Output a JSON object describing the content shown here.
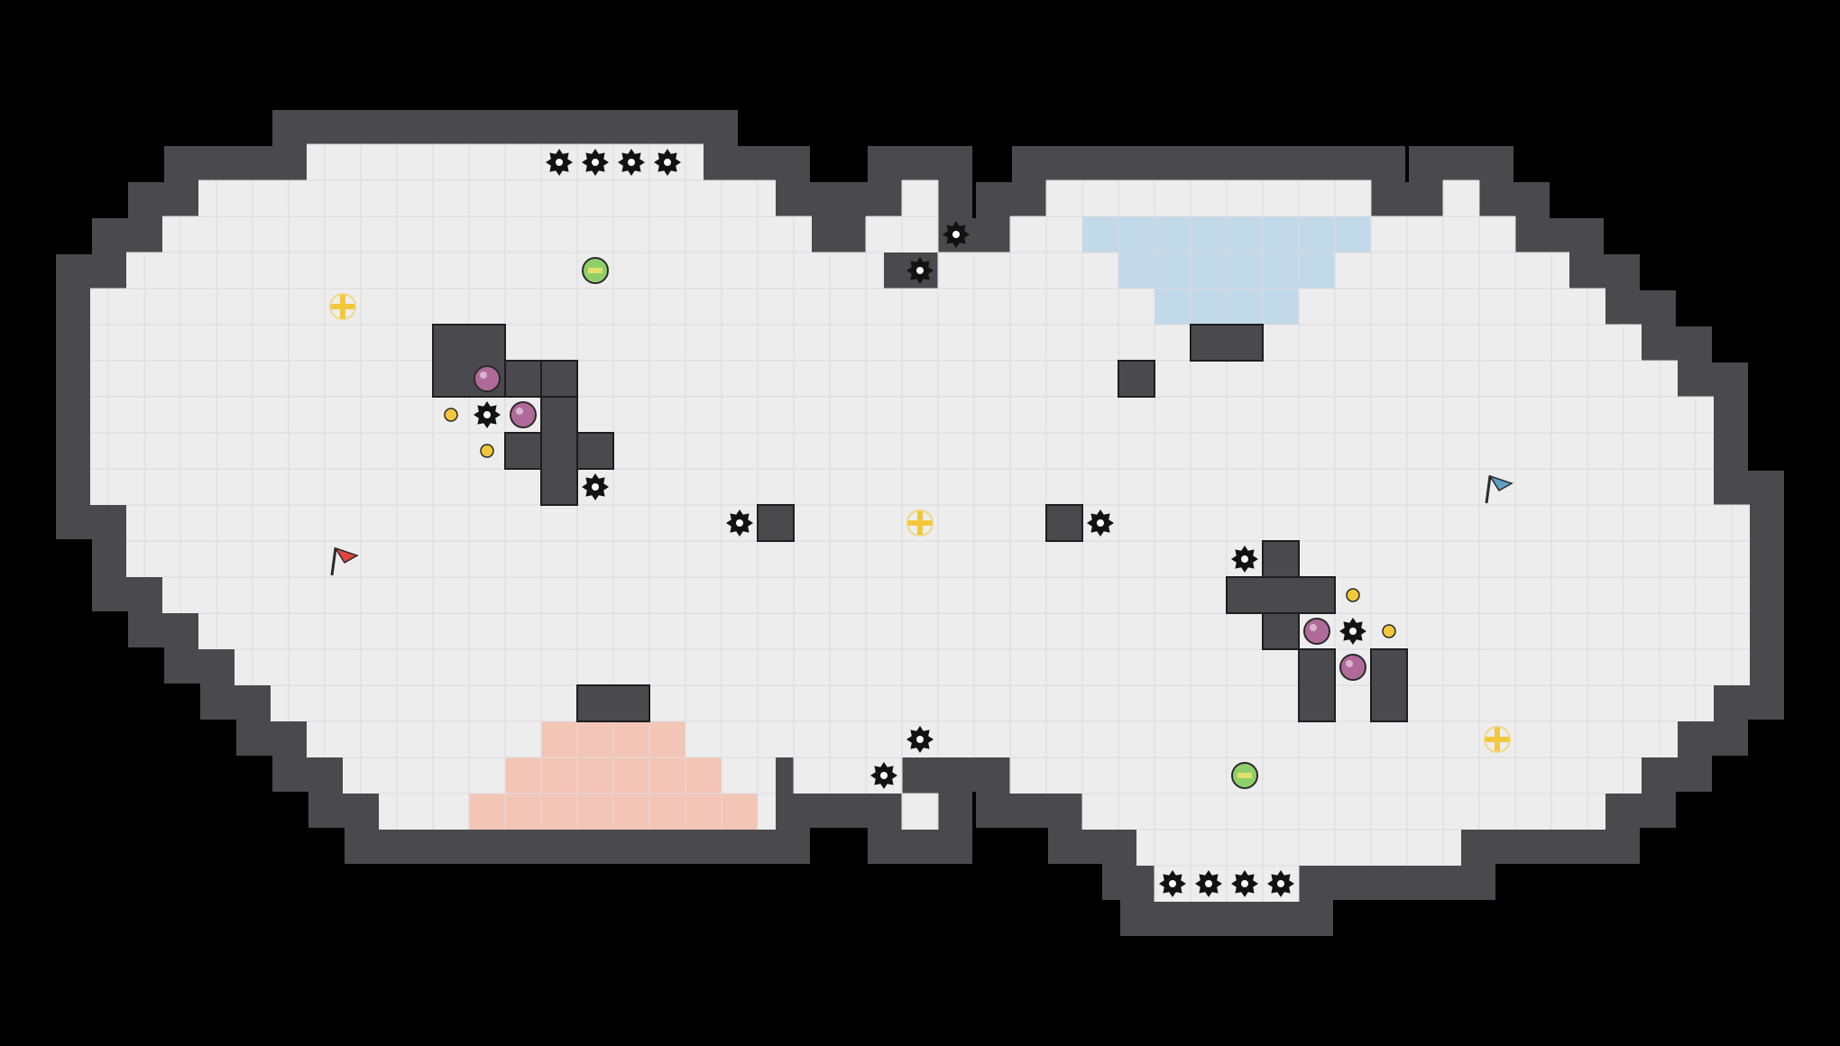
{
  "map": {
    "colors": {
      "background": "#000000",
      "wall": "#4a4a4e",
      "wall_edge": "#1e1e20",
      "floor": "#ededee",
      "grid_line": "#dcdcdf",
      "red_team_zone": "#f3c5b6",
      "blue_team_zone": "#c2d9ea",
      "red_flag": "#e0463a",
      "blue_flag": "#5f9fc7",
      "boost": "#f2c83a",
      "bomb": "#b06a9a",
      "powerup": "#8fcf6a",
      "spike": "#121212"
    },
    "team_zones": [
      {
        "team": "red",
        "name": "red-endzone"
      },
      {
        "team": "blue",
        "name": "blue-endzone"
      }
    ],
    "flags": [
      {
        "team": "red",
        "icon": "red-flag-icon"
      },
      {
        "team": "blue",
        "icon": "blue-flag-icon"
      }
    ],
    "icons": {
      "spike": "spike-icon",
      "boost": "boost-icon",
      "bomb": "bomb-icon",
      "powerup": "powerup-icon",
      "portal": "yellow-dot-icon"
    }
  }
}
